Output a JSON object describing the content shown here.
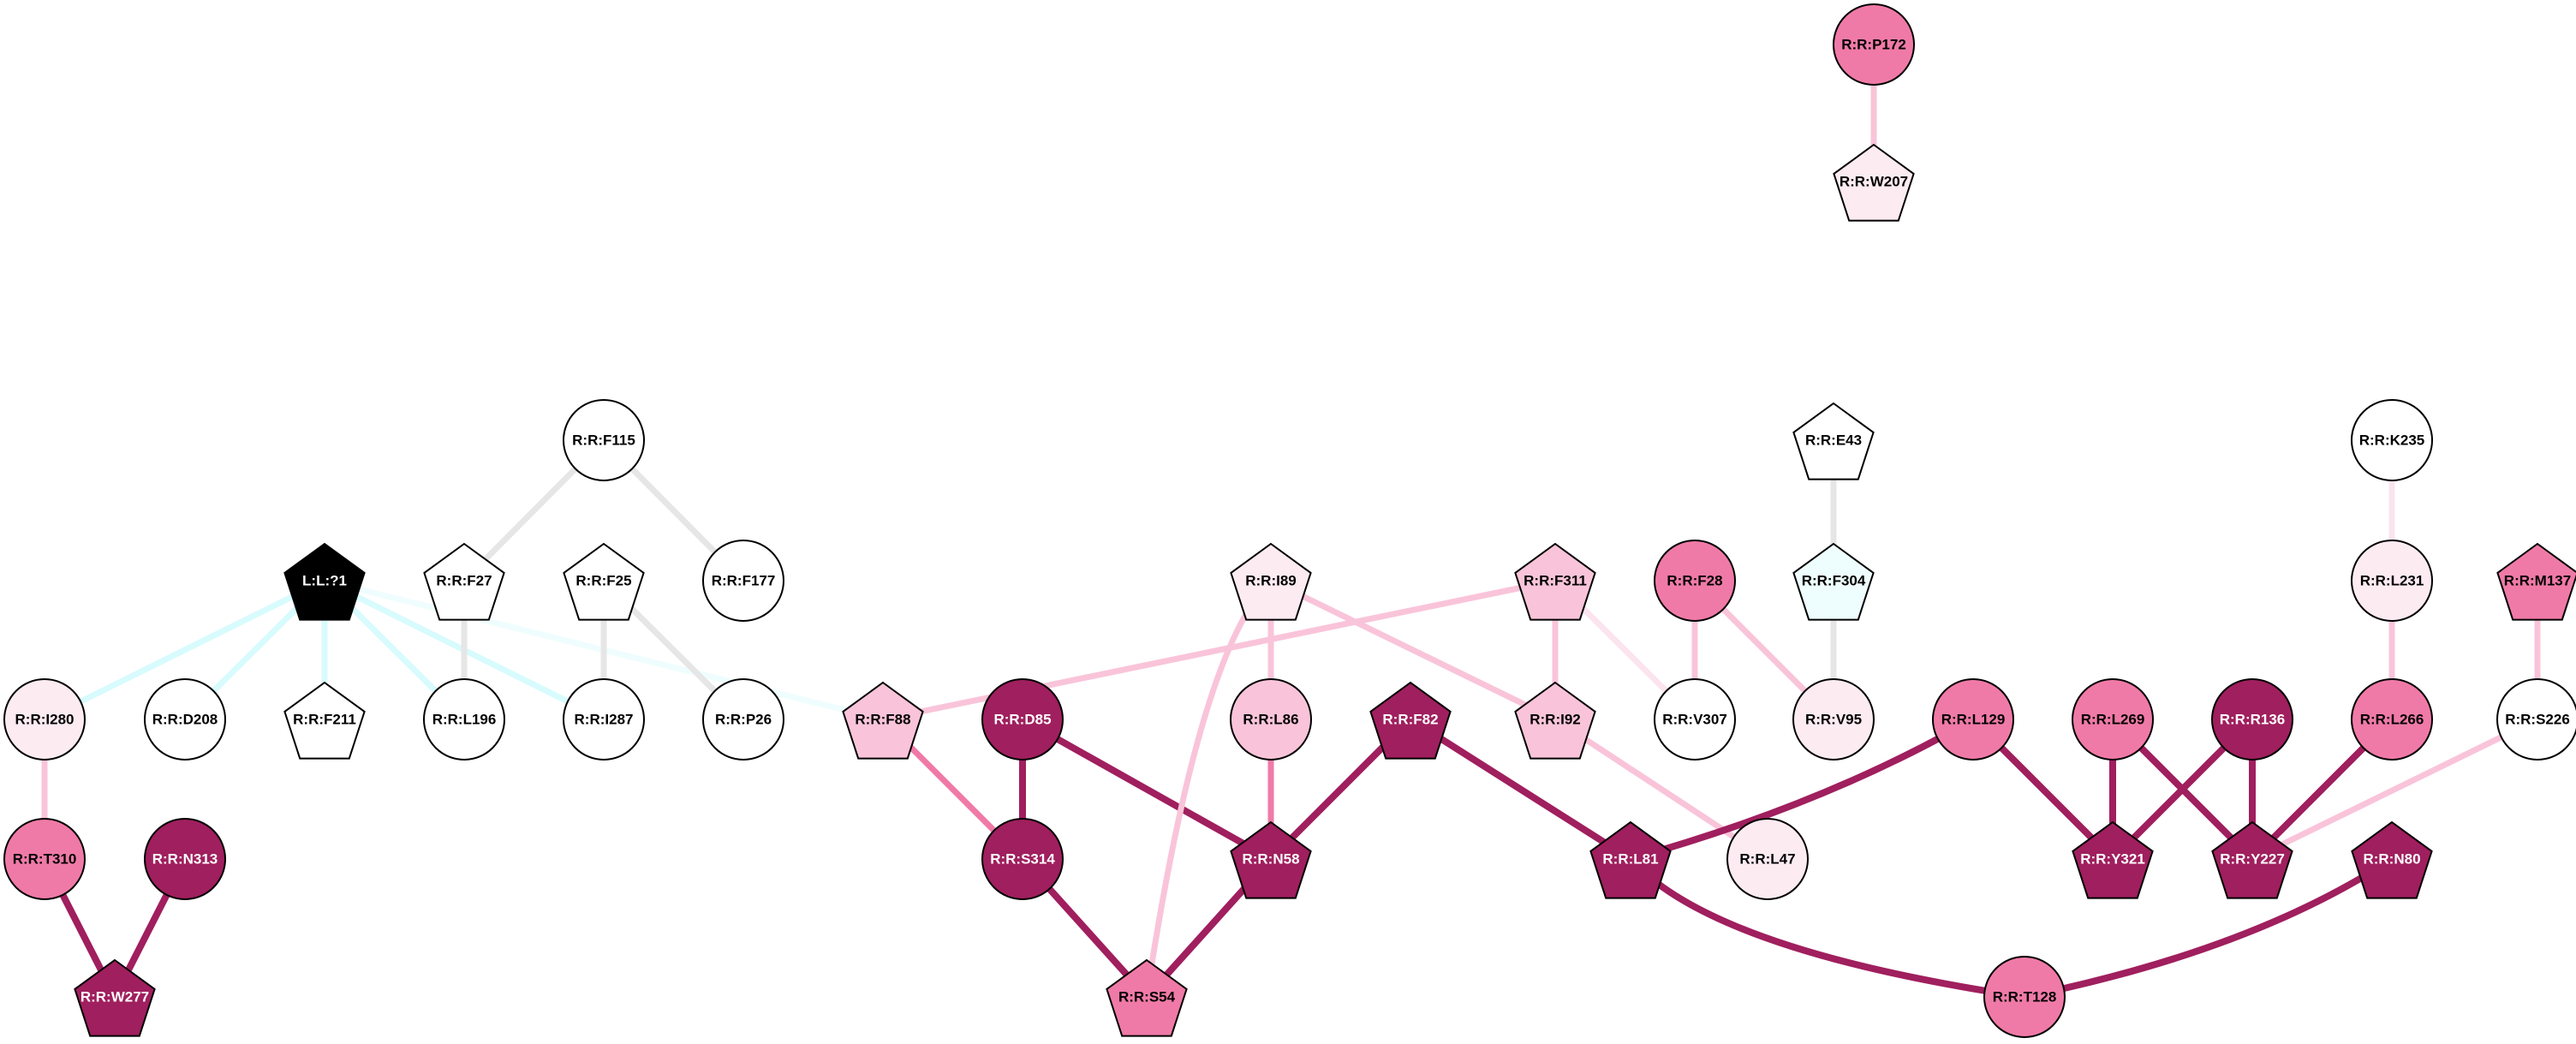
{
  "colors": {
    "black": "#000000",
    "white": "#ffffff",
    "dark": "#a01f5e",
    "medium": "#f07aa7",
    "light": "#f9c4d9",
    "pale": "#fdebf2",
    "cyan_pale": "#eefdfd",
    "edge_grey": "#e6e6e6",
    "edge_cyan": "#d8fbfd",
    "edge_cyan_faint": "#effdfe",
    "edge_pale": "#fbe4ee"
  },
  "nodes": [
    {
      "id": "L:L:?1",
      "shape": "pentagon",
      "fill": "black",
      "text": "white"
    },
    {
      "id": "R:R:I280",
      "shape": "circle",
      "fill": "pale",
      "text": "black"
    },
    {
      "id": "R:R:D208",
      "shape": "circle",
      "fill": "white",
      "text": "black"
    },
    {
      "id": "R:R:F211",
      "shape": "pentagon",
      "fill": "white",
      "text": "black"
    },
    {
      "id": "R:R:L196",
      "shape": "circle",
      "fill": "white",
      "text": "black"
    },
    {
      "id": "R:R:I287",
      "shape": "circle",
      "fill": "white",
      "text": "black"
    },
    {
      "id": "R:R:P26",
      "shape": "circle",
      "fill": "white",
      "text": "black"
    },
    {
      "id": "R:R:F27",
      "shape": "pentagon",
      "fill": "white",
      "text": "black"
    },
    {
      "id": "R:R:F25",
      "shape": "pentagon",
      "fill": "white",
      "text": "black"
    },
    {
      "id": "R:R:F115",
      "shape": "circle",
      "fill": "white",
      "text": "black"
    },
    {
      "id": "R:R:F177",
      "shape": "circle",
      "fill": "white",
      "text": "black"
    },
    {
      "id": "R:R:T310",
      "shape": "circle",
      "fill": "medium",
      "text": "black"
    },
    {
      "id": "R:R:N313",
      "shape": "circle",
      "fill": "dark",
      "text": "white"
    },
    {
      "id": "R:R:W277",
      "shape": "pentagon",
      "fill": "dark",
      "text": "white"
    },
    {
      "id": "R:R:F88",
      "shape": "pentagon",
      "fill": "light",
      "text": "black"
    },
    {
      "id": "R:R:D85",
      "shape": "circle",
      "fill": "dark",
      "text": "white"
    },
    {
      "id": "R:R:S314",
      "shape": "circle",
      "fill": "dark",
      "text": "white"
    },
    {
      "id": "R:R:S54",
      "shape": "pentagon",
      "fill": "medium",
      "text": "black"
    },
    {
      "id": "R:R:I89",
      "shape": "pentagon",
      "fill": "pale",
      "text": "black"
    },
    {
      "id": "R:R:L86",
      "shape": "circle",
      "fill": "light",
      "text": "black"
    },
    {
      "id": "R:R:N58",
      "shape": "pentagon",
      "fill": "dark",
      "text": "white"
    },
    {
      "id": "R:R:F82",
      "shape": "pentagon",
      "fill": "dark",
      "text": "white"
    },
    {
      "id": "R:R:F311",
      "shape": "pentagon",
      "fill": "light",
      "text": "black"
    },
    {
      "id": "R:R:I92",
      "shape": "pentagon",
      "fill": "light",
      "text": "black"
    },
    {
      "id": "R:R:L81",
      "shape": "pentagon",
      "fill": "dark",
      "text": "white"
    },
    {
      "id": "R:R:L47",
      "shape": "circle",
      "fill": "pale",
      "text": "black"
    },
    {
      "id": "R:R:F28",
      "shape": "circle",
      "fill": "medium",
      "text": "black"
    },
    {
      "id": "R:R:V307",
      "shape": "circle",
      "fill": "white",
      "text": "black"
    },
    {
      "id": "R:R:E43",
      "shape": "pentagon",
      "fill": "white",
      "text": "black"
    },
    {
      "id": "R:R:F304",
      "shape": "pentagon",
      "fill": "cyan_pale",
      "text": "black"
    },
    {
      "id": "R:R:V95",
      "shape": "circle",
      "fill": "pale",
      "text": "black"
    },
    {
      "id": "R:R:P172",
      "shape": "circle",
      "fill": "medium",
      "text": "black"
    },
    {
      "id": "R:R:W207",
      "shape": "pentagon",
      "fill": "pale",
      "text": "black"
    },
    {
      "id": "R:R:T128",
      "shape": "circle",
      "fill": "medium",
      "text": "black"
    },
    {
      "id": "R:R:L129",
      "shape": "circle",
      "fill": "medium",
      "text": "black"
    },
    {
      "id": "R:R:L269",
      "shape": "circle",
      "fill": "medium",
      "text": "black"
    },
    {
      "id": "R:R:R136",
      "shape": "circle",
      "fill": "dark",
      "text": "white"
    },
    {
      "id": "R:R:Y321",
      "shape": "pentagon",
      "fill": "dark",
      "text": "white"
    },
    {
      "id": "R:R:Y227",
      "shape": "pentagon",
      "fill": "dark",
      "text": "white"
    },
    {
      "id": "R:R:N80",
      "shape": "pentagon",
      "fill": "dark",
      "text": "white"
    },
    {
      "id": "R:R:K235",
      "shape": "circle",
      "fill": "white",
      "text": "black"
    },
    {
      "id": "R:R:L231",
      "shape": "circle",
      "fill": "pale",
      "text": "black"
    },
    {
      "id": "R:R:L266",
      "shape": "circle",
      "fill": "medium",
      "text": "black"
    },
    {
      "id": "R:R:M137",
      "shape": "pentagon",
      "fill": "medium",
      "text": "black"
    },
    {
      "id": "R:R:S226",
      "shape": "circle",
      "fill": "white",
      "text": "black"
    }
  ],
  "edges": [
    {
      "from": "L:L:?1",
      "to": "R:R:I280",
      "color": "edge_cyan",
      "weight": "thin"
    },
    {
      "from": "L:L:?1",
      "to": "R:R:D208",
      "color": "edge_cyan",
      "weight": "thin"
    },
    {
      "from": "L:L:?1",
      "to": "R:R:F211",
      "color": "edge_cyan",
      "weight": "thin"
    },
    {
      "from": "L:L:?1",
      "to": "R:R:L196",
      "color": "edge_cyan",
      "weight": "thin"
    },
    {
      "from": "L:L:?1",
      "to": "R:R:I287",
      "color": "edge_cyan",
      "weight": "thin"
    },
    {
      "from": "L:L:?1",
      "to": "R:R:F88",
      "color": "edge_cyan_faint",
      "weight": "thin"
    },
    {
      "from": "R:R:F115",
      "to": "R:R:F27",
      "color": "edge_grey",
      "weight": "thin"
    },
    {
      "from": "R:R:F115",
      "to": "R:R:F177",
      "color": "edge_grey",
      "weight": "thin"
    },
    {
      "from": "R:R:F27",
      "to": "R:R:L196",
      "color": "edge_grey",
      "weight": "thin"
    },
    {
      "from": "R:R:F25",
      "to": "R:R:I287",
      "color": "edge_grey",
      "weight": "thin"
    },
    {
      "from": "R:R:F25",
      "to": "R:R:P26",
      "color": "edge_grey",
      "weight": "thin"
    },
    {
      "from": "R:R:I280",
      "to": "R:R:T310",
      "color": "light",
      "weight": "thin"
    },
    {
      "from": "R:R:T310",
      "to": "R:R:W277",
      "color": "dark",
      "weight": "thick"
    },
    {
      "from": "R:R:N313",
      "to": "R:R:W277",
      "color": "dark",
      "weight": "thick"
    },
    {
      "from": "R:R:F311",
      "to": "R:R:F88",
      "color": "light",
      "weight": "thin"
    },
    {
      "from": "R:R:F88",
      "to": "R:R:S314",
      "color": "medium",
      "weight": "thin"
    },
    {
      "from": "R:R:D85",
      "to": "R:R:S314",
      "color": "dark",
      "weight": "thick"
    },
    {
      "from": "R:R:D85",
      "to": "R:R:N58",
      "color": "dark",
      "weight": "thick"
    },
    {
      "from": "R:R:S314",
      "to": "R:R:S54",
      "color": "dark",
      "weight": "thick"
    },
    {
      "from": "R:R:N58",
      "to": "R:R:S54",
      "color": "dark",
      "weight": "thick"
    },
    {
      "from": "R:R:I89",
      "to": "R:R:S54",
      "color": "light",
      "weight": "thin",
      "curve": [
        1400,
        760
      ]
    },
    {
      "from": "R:R:I89",
      "to": "R:R:L86",
      "color": "light",
      "weight": "thin"
    },
    {
      "from": "R:R:I89",
      "to": "R:R:I92",
      "color": "light",
      "weight": "thin"
    },
    {
      "from": "R:R:L86",
      "to": "R:R:N58",
      "color": "medium",
      "weight": "thin"
    },
    {
      "from": "R:R:F82",
      "to": "R:R:N58",
      "color": "dark",
      "weight": "thick"
    },
    {
      "from": "R:R:F82",
      "to": "R:R:L81",
      "color": "dark",
      "weight": "thick"
    },
    {
      "from": "R:R:F311",
      "to": "R:R:I92",
      "color": "light",
      "weight": "thin"
    },
    {
      "from": "R:R:F311",
      "to": "R:R:V307",
      "color": "edge_pale",
      "weight": "thin"
    },
    {
      "from": "R:R:I92",
      "to": "R:R:L47",
      "color": "light",
      "weight": "thin"
    },
    {
      "from": "R:R:L129",
      "to": "R:R:L81",
      "color": "dark",
      "weight": "thick",
      "curve": [
        2130,
        940
      ]
    },
    {
      "from": "R:R:L81",
      "to": "R:R:T128",
      "color": "dark",
      "weight": "thick",
      "curve": [
        2000,
        1110
      ]
    },
    {
      "from": "R:R:N80",
      "to": "R:R:T128",
      "color": "dark",
      "weight": "thick",
      "curve": [
        2630,
        1110
      ]
    },
    {
      "from": "R:R:F28",
      "to": "R:R:V307",
      "color": "light",
      "weight": "thin"
    },
    {
      "from": "R:R:F28",
      "to": "R:R:V95",
      "color": "light",
      "weight": "thin"
    },
    {
      "from": "R:R:E43",
      "to": "R:R:F304",
      "color": "edge_grey",
      "weight": "thin"
    },
    {
      "from": "R:R:F304",
      "to": "R:R:V95",
      "color": "edge_grey",
      "weight": "thin"
    },
    {
      "from": "R:R:P172",
      "to": "R:R:W207",
      "color": "light",
      "weight": "thin"
    },
    {
      "from": "R:R:L129",
      "to": "R:R:Y321",
      "color": "dark",
      "weight": "thick"
    },
    {
      "from": "R:R:L269",
      "to": "R:R:Y321",
      "color": "dark",
      "weight": "thick"
    },
    {
      "from": "R:R:L269",
      "to": "R:R:Y227",
      "color": "dark",
      "weight": "thick"
    },
    {
      "from": "R:R:R136",
      "to": "R:R:Y321",
      "color": "dark",
      "weight": "thick"
    },
    {
      "from": "R:R:R136",
      "to": "R:R:Y227",
      "color": "dark",
      "weight": "thick"
    },
    {
      "from": "R:R:L266",
      "to": "R:R:Y227",
      "color": "dark",
      "weight": "thick"
    },
    {
      "from": "R:R:S226",
      "to": "R:R:Y227",
      "color": "light",
      "weight": "thin"
    },
    {
      "from": "R:R:K235",
      "to": "R:R:L231",
      "color": "edge_pale",
      "weight": "thin"
    },
    {
      "from": "R:R:L231",
      "to": "R:R:L266",
      "color": "light",
      "weight": "thin"
    },
    {
      "from": "R:R:M137",
      "to": "R:R:S226",
      "color": "light",
      "weight": "thin"
    }
  ]
}
